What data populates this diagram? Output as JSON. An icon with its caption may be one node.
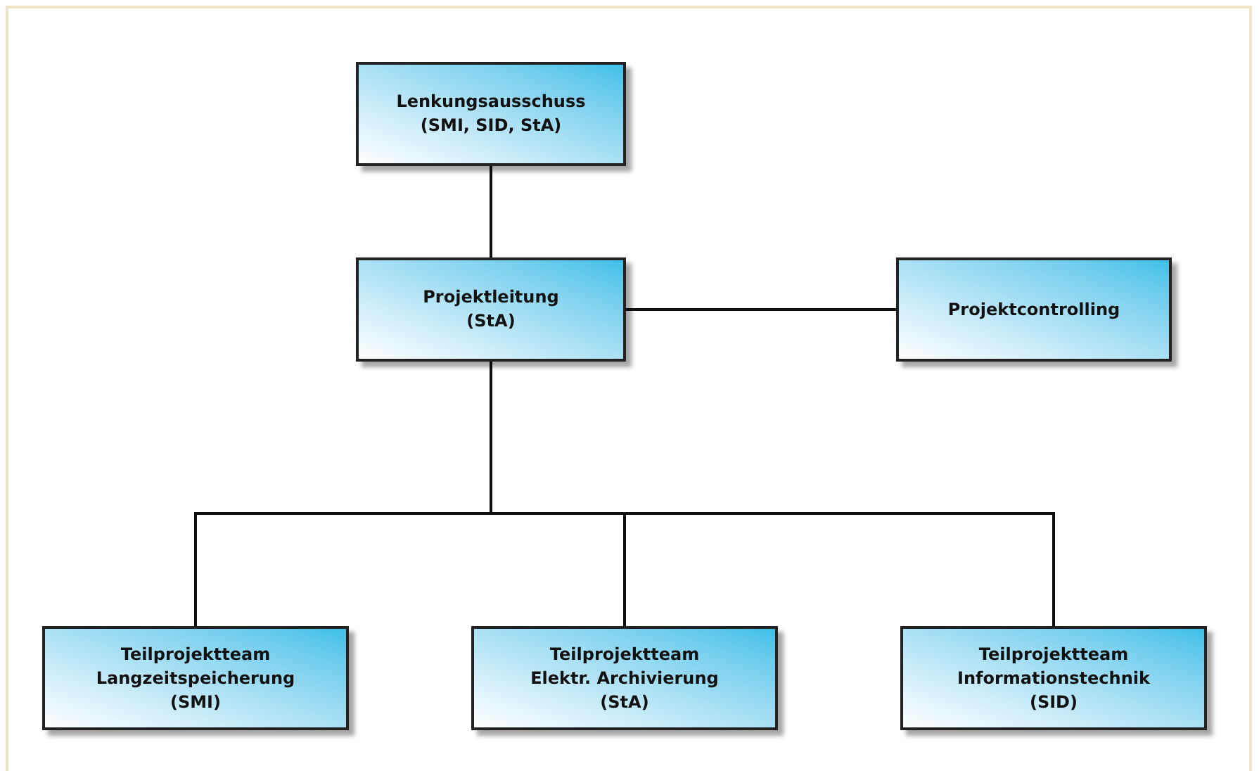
{
  "diagram": {
    "nodes": [
      {
        "text": [
          "Lenkungsausschuss",
          "(SMI, SID, StA)"
        ]
      },
      {
        "text": [
          "Projektleitung",
          "(StA)"
        ]
      },
      {
        "text": [
          "Projektcontrolling"
        ]
      },
      {
        "text": [
          "Teilprojektteam",
          "Langzeitspeicherung",
          "(SMI)"
        ]
      },
      {
        "text": [
          "Teilprojektteam",
          "Elektr. Archivierung",
          "(StA)"
        ]
      },
      {
        "text": [
          "Teilprojektteam",
          "Informationstechnik",
          "(SID)"
        ]
      }
    ],
    "edges": [
      {
        "from": 0,
        "to": 1,
        "arrow": "none"
      },
      {
        "from": 1,
        "to": 2,
        "arrow": "none"
      },
      {
        "from": 1,
        "to": 3,
        "arrow": "none"
      },
      {
        "from": 1,
        "to": 4,
        "arrow": "none"
      },
      {
        "from": 1,
        "to": 5,
        "arrow": "none"
      }
    ]
  }
}
